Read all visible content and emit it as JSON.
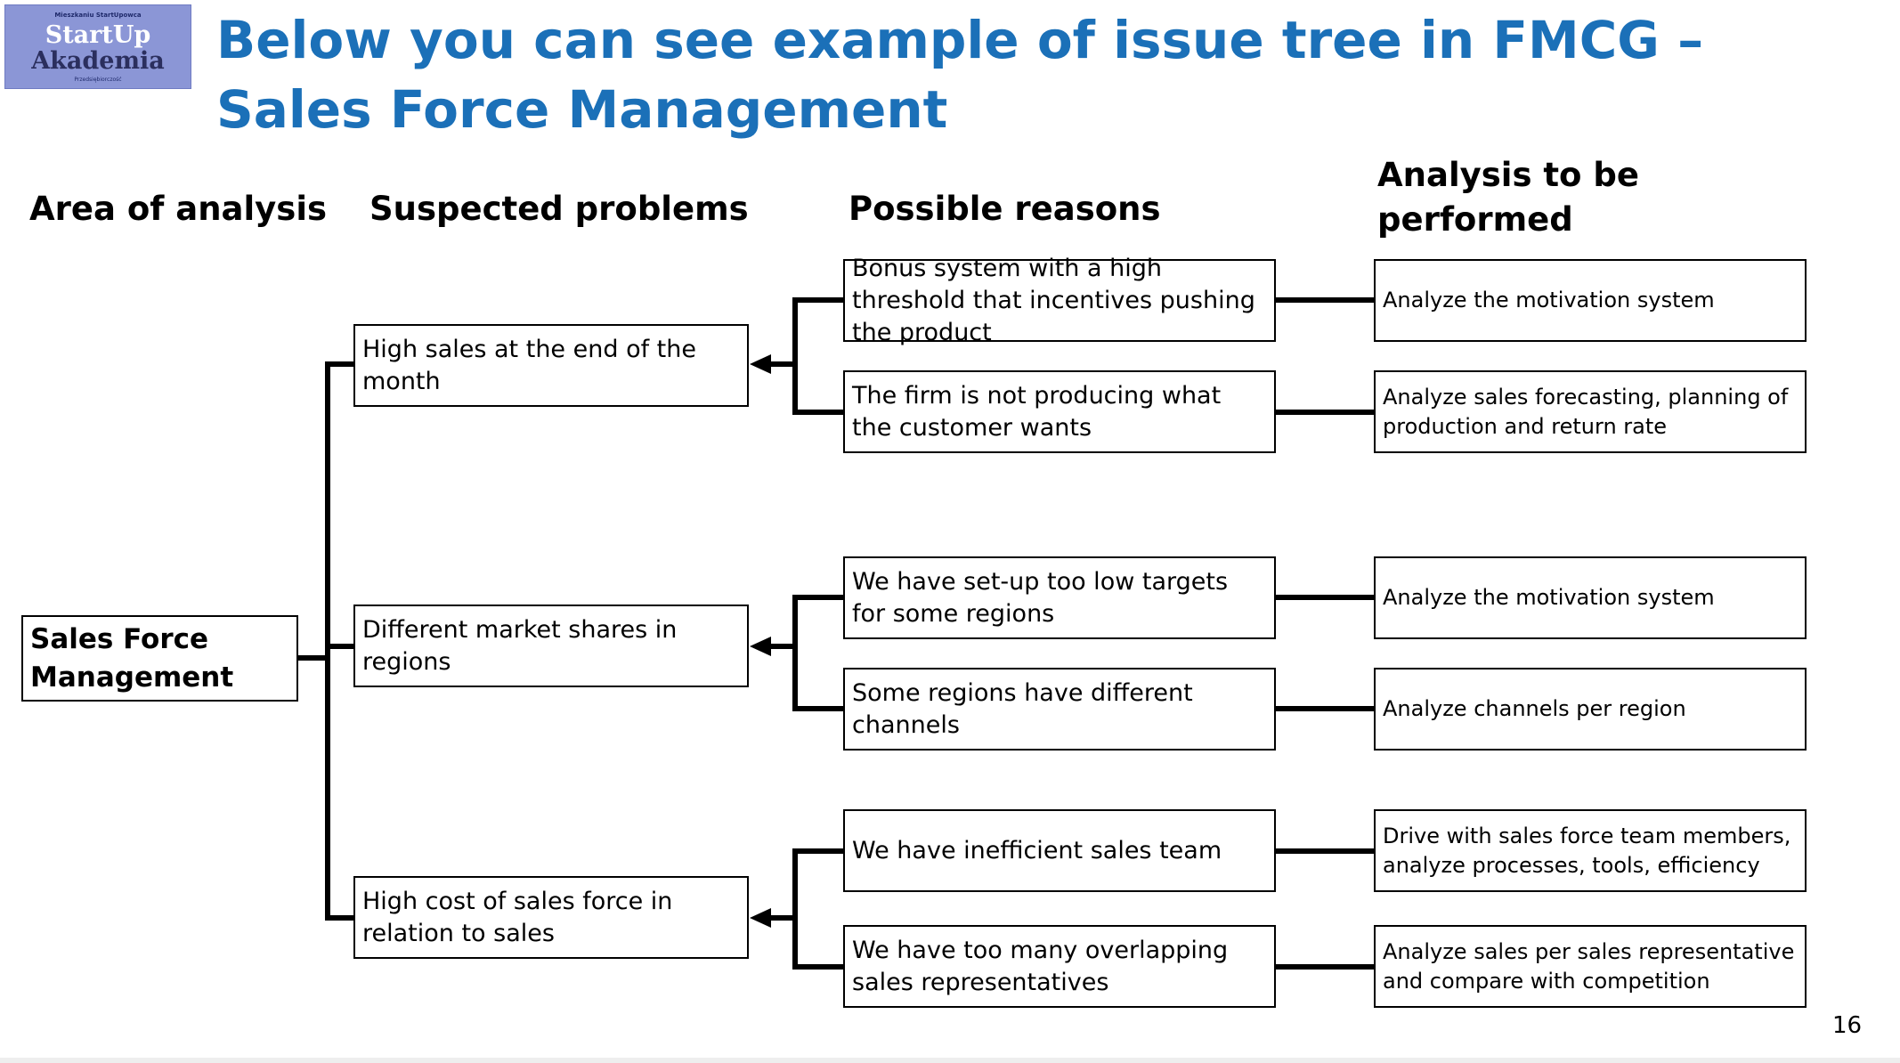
{
  "logo": {
    "top_text": "Mieszkaniu StartUpowca",
    "line1": "StartUp",
    "line2": "Akademia",
    "bottom_text": "Przedsiębiorczość"
  },
  "title": "Below you can see example of issue tree in FMCG – Sales Force Management",
  "columns": {
    "area": "Area of analysis",
    "problems": "Suspected problems",
    "reasons": "Possible reasons",
    "analysis": "Analysis to be performed"
  },
  "root": "Sales Force Management",
  "problems": [
    "High sales at the end of the month",
    "Different market shares in regions",
    "High cost of sales force in relation to sales"
  ],
  "reasons": [
    "Bonus system with a high threshold that incentives pushing the product",
    "The firm is not producing what the customer wants",
    "We have set-up too low targets for some regions",
    "Some regions have different channels",
    "We have inefficient sales team",
    "We have too many overlapping sales representatives"
  ],
  "analyses": [
    "Analyze the motivation system",
    "Analyze sales forecasting, planning of production and return rate",
    "Analyze the motivation system",
    "Analyze channels per region",
    "Drive with sales force team members, analyze processes, tools, efficiency",
    "Analyze sales per sales representative and compare with competition"
  ],
  "page_number": "16"
}
